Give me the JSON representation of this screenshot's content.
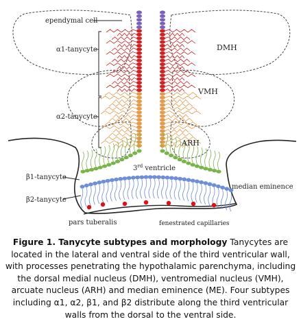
{
  "diagram": {
    "labels": {
      "ependymal_cell": "ependymal cell",
      "alpha1_tanycyte": "α1-tanycyte",
      "alpha2_tanycyte": "α2-tanycyte",
      "beta1_tanycyte": "β1-tanycyte",
      "beta2_tanycyte": "β2-tanycyte",
      "dmh": "DMH",
      "vmh": "VMH",
      "arh": "ARH",
      "third_ventricle_num": "3",
      "third_ventricle_sup": "rd",
      "third_ventricle_word": " ventricle",
      "median_eminence": "median eminence",
      "pars_tuberalis": "pars tuberalis",
      "fenestrated_capillaries": "fenestrated capillaries"
    },
    "colors": {
      "ependymal": "#7b5fc0",
      "alpha1": "#d42020",
      "alpha2": "#e59a4a",
      "beta1": "#79b44a",
      "beta2": "#6e8fd8",
      "capillary": "#e0101a",
      "outline": "#222222"
    }
  },
  "caption": {
    "title": "Figure 1. Tanycyte subtypes and morphology",
    "text": " Tanycytes are located in the lateral and ventral side of the third ventricular wall, with processes penetrating the hypothalamic parenchyma, including the dorsal medial nucleus (DMH), ventromedial nucleus (VMH), arcuate nucleus (ARH) and median eminence (ME). Four subtypes including α1, α2, β1, and β2 distribute along the third ventricular walls from the dorsal to the ventral side."
  }
}
